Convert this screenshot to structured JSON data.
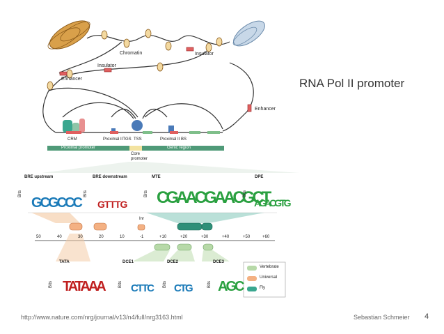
{
  "slide": {
    "title": "RNA Pol II promoter",
    "source_url": "http://www.nature.com/nrg/journal/v13/n4/full/nrg3163.html",
    "author": "Sebastian Schmeier",
    "page_number": "4"
  },
  "diagram": {
    "chromatin_label": "Chromatin",
    "insulator_label_top": "Insulator",
    "insulator_label_mid": "Insulator",
    "enhancer_label_left": "Enhancer",
    "enhancer_label_right": "Enhancer",
    "element_labels": [
      "CRM",
      "Proximal IITGS",
      "TSS",
      "Proximal II BS"
    ],
    "bar_labels": {
      "proximal": "Proximal promoter",
      "genic": "Genic region"
    },
    "core_promoter_label": "Core\npromoter",
    "motifs_top": [
      {
        "name": "BRE upstream",
        "letters": "GCGCCC"
      },
      {
        "name": "BRE downstream",
        "letters": "GTTTG"
      },
      {
        "name": "MTE",
        "letters": "CGAACGAACGCT"
      },
      {
        "name": "DPE",
        "letters": "AGACGTG"
      }
    ],
    "inr_label": "Inr",
    "bits_label": "Bits",
    "axis_ticks": [
      "50",
      "40",
      "30",
      "20",
      "10",
      "-1",
      "+10",
      "+20",
      "+30",
      "+40",
      "+50",
      "+60"
    ],
    "motifs_bottom": [
      {
        "name": "TATA",
        "letters": "TATAAA"
      },
      {
        "name": "DCE1",
        "letters": "CTTC"
      },
      {
        "name": "DCE2",
        "letters": "CTG"
      },
      {
        "name": "DCE3",
        "letters": "AGC"
      }
    ],
    "legend": [
      {
        "label": "Vertebrate",
        "color": "#b7d9a8"
      },
      {
        "label": "Universal",
        "color": "#f4b183"
      },
      {
        "label": "Fly",
        "color": "#3aa78f"
      }
    ]
  }
}
